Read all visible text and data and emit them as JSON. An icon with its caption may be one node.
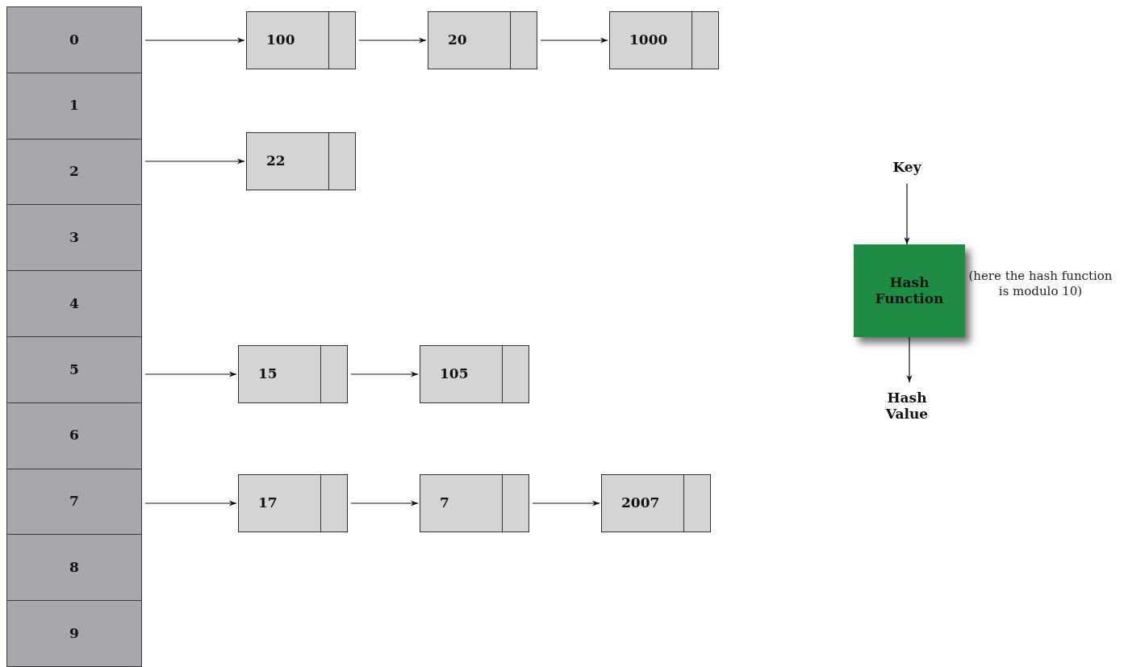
{
  "diagram": {
    "nodes": [
      {
        "text": [
          "0"
        ]
      },
      {
        "text": [
          "1"
        ]
      },
      {
        "text": [
          "2"
        ]
      },
      {
        "text": [
          "3"
        ]
      },
      {
        "text": [
          "4"
        ]
      },
      {
        "text": [
          "5"
        ]
      },
      {
        "text": [
          "6"
        ]
      },
      {
        "text": [
          "7"
        ]
      },
      {
        "text": [
          "8"
        ]
      },
      {
        "text": [
          "9"
        ]
      },
      {
        "text": [
          "100"
        ]
      },
      {
        "text": [
          "20"
        ]
      },
      {
        "text": [
          "1000"
        ]
      },
      {
        "text": [
          "22"
        ]
      },
      {
        "text": [
          "15"
        ]
      },
      {
        "text": [
          "105"
        ]
      },
      {
        "text": [
          "17"
        ]
      },
      {
        "text": [
          "7"
        ]
      },
      {
        "text": [
          "2007"
        ]
      },
      {
        "text": [
          "Key"
        ]
      },
      {
        "text": [
          "Hash Function"
        ],
        "beside": [
          "(here the hash function is modulo 10)"
        ]
      },
      {
        "text": [
          "Hash Value"
        ]
      }
    ],
    "edges": [
      {
        "from": 0,
        "to": 10,
        "arrow": "to"
      },
      {
        "from": 10,
        "to": 11,
        "arrow": "to"
      },
      {
        "from": 11,
        "to": 12,
        "arrow": "to"
      },
      {
        "from": 2,
        "to": 13,
        "arrow": "to"
      },
      {
        "from": 5,
        "to": 14,
        "arrow": "to"
      },
      {
        "from": 14,
        "to": 15,
        "arrow": "to"
      },
      {
        "from": 7,
        "to": 16,
        "arrow": "to"
      },
      {
        "from": 16,
        "to": 17,
        "arrow": "to"
      },
      {
        "from": 17,
        "to": 18,
        "arrow": "to"
      },
      {
        "from": 19,
        "to": 20,
        "arrow": "to"
      },
      {
        "from": 20,
        "to": 21,
        "arrow": "to"
      }
    ]
  }
}
